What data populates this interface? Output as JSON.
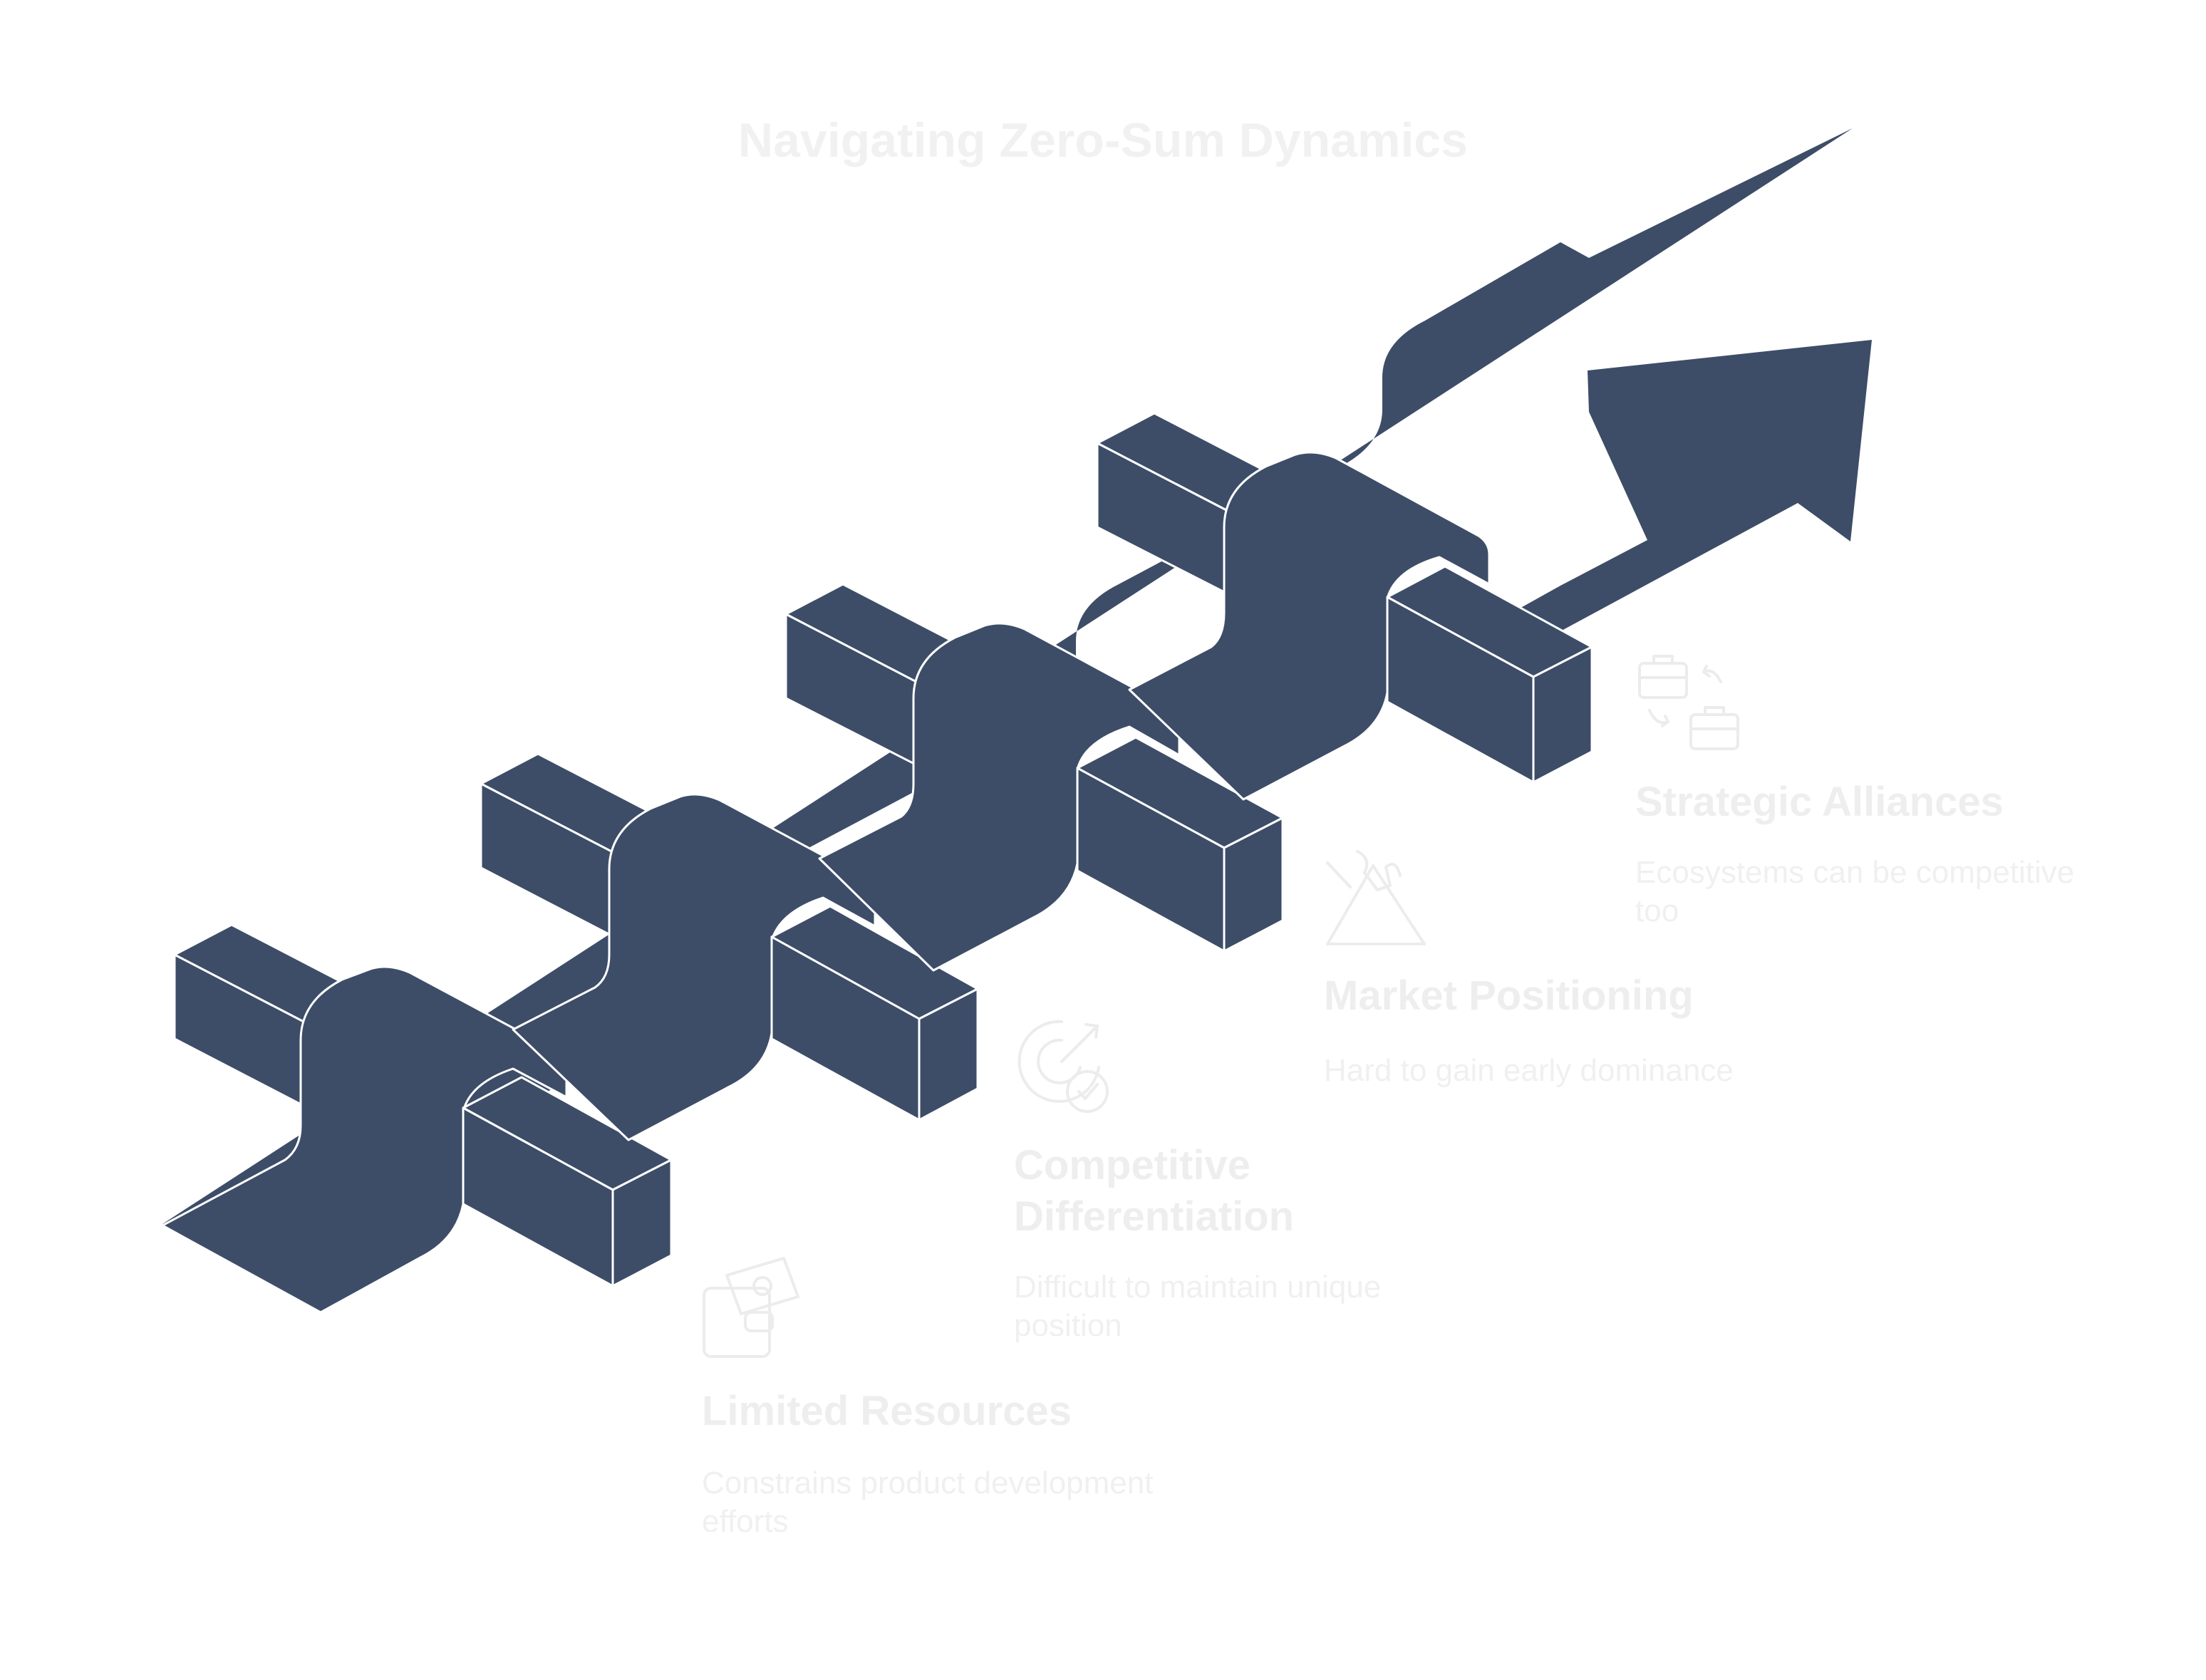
{
  "title": "Navigating Zero-Sum Dynamics",
  "colors": {
    "shape": "#3d4d68",
    "edge": "#ffffff",
    "text": "#eeeeee"
  },
  "items": [
    {
      "label": "Limited Resources",
      "description": "Constrains product development efforts",
      "icon": "wallet-money-icon"
    },
    {
      "label": "Competitive Differentiation",
      "description": "Difficult to maintain unique position",
      "icon": "target-check-icon"
    },
    {
      "label": "Market Positioning",
      "description": "Hard to gain early dominance",
      "icon": "climbing-mountain-icon"
    },
    {
      "label": "Strategic Alliances",
      "description": "Ecosystems can be competitive too",
      "icon": "briefcase-exchange-icon"
    }
  ]
}
